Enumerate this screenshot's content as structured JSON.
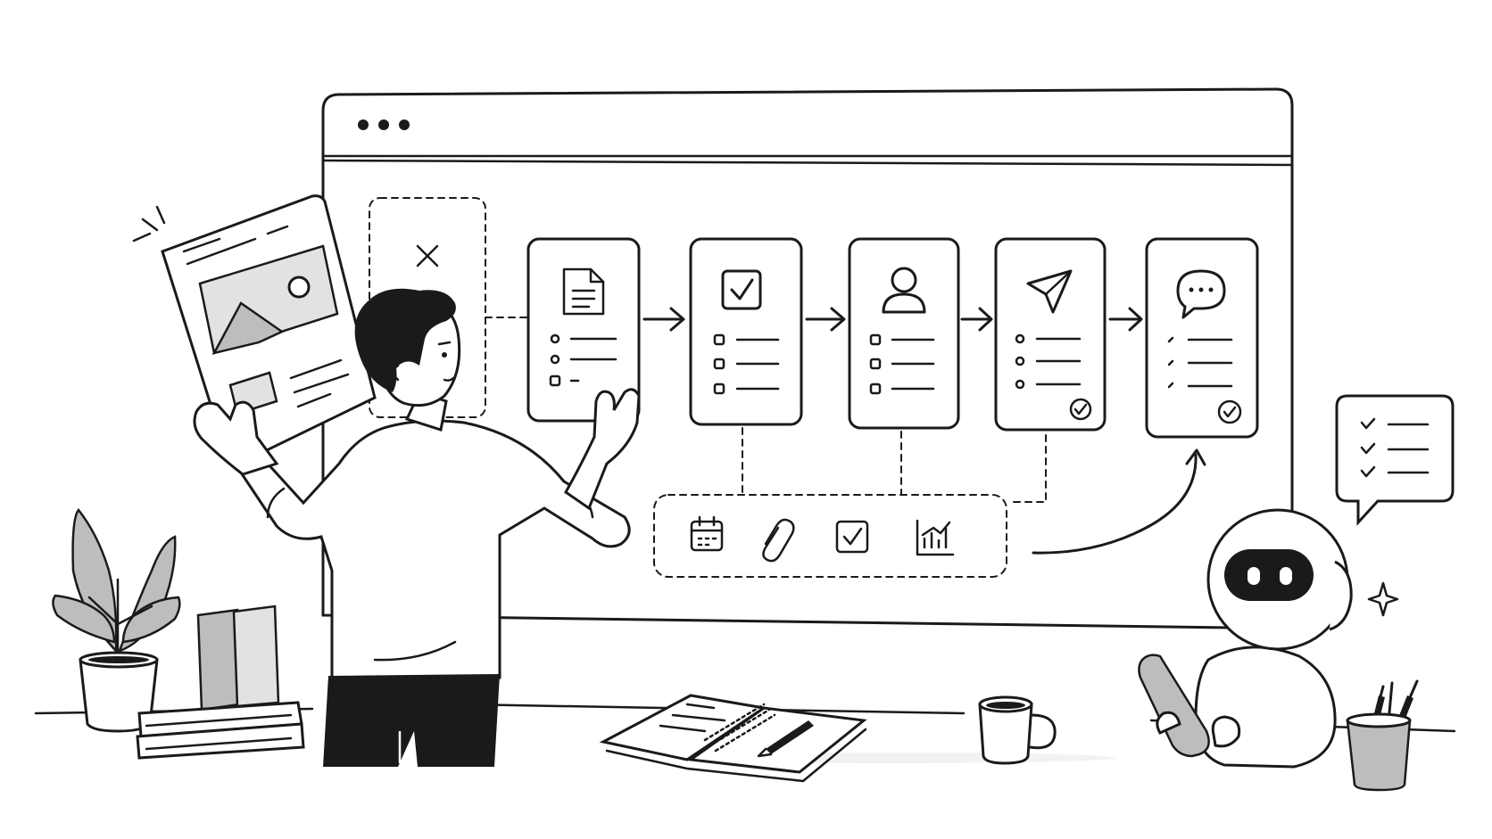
{
  "window": {
    "controls": [
      "dot",
      "dot",
      "dot"
    ]
  },
  "workflow": {
    "steps": [
      {
        "icon": "document-icon",
        "items": [
          "bullet",
          "bullet",
          "checkbox"
        ]
      },
      {
        "icon": "checkbox-icon",
        "items": [
          "checkbox",
          "checkbox",
          "checkbox"
        ]
      },
      {
        "icon": "user-icon",
        "items": [
          "checkbox",
          "checkbox",
          "checkbox"
        ]
      },
      {
        "icon": "paper-plane-icon",
        "items": [
          "bullet",
          "bullet",
          "bullet"
        ],
        "done": true
      },
      {
        "icon": "chat-bubble-icon",
        "items": [
          "check",
          "check",
          "check"
        ],
        "done": true
      }
    ],
    "toolbar_icons": [
      "calendar-icon",
      "paperclip-icon",
      "checkbox-icon",
      "bar-chart-icon"
    ],
    "placeholder_icon": "close-icon"
  },
  "colors": {
    "ink": "#1a1a1a",
    "grey": "#bdbdbd",
    "light_grey": "#e2e2e2",
    "background": "#ffffff"
  }
}
